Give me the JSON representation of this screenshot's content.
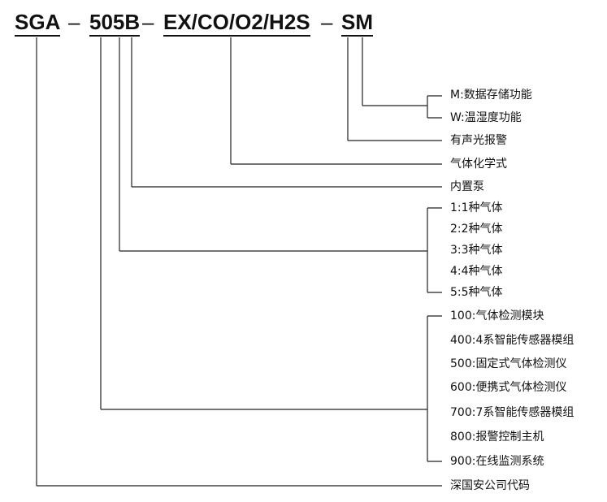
{
  "code": {
    "seg1": "SGA",
    "dash1": "–",
    "seg2": "505B",
    "dash2": "–",
    "seg3": "EX/CO/O2/H2S",
    "dash3": "–",
    "seg4": "SM"
  },
  "labels": {
    "m": "M:数据存储功能",
    "w": "W:温湿度功能",
    "alarm": "有声光报警",
    "formula": "气体化学式",
    "pump": "内置泵",
    "gas1": "1:1种气体",
    "gas2": "2:2种气体",
    "gas3": "3:3种气体",
    "gas4": "4:4种气体",
    "gas5": "5:5种气体",
    "p100": "100:气体检测模块",
    "p400": "400:4系智能传感器模组",
    "p500": "500:固定式气体检测仪",
    "p600": "600:便携式气体检测仪",
    "p700": "700:7系智能传感器模组",
    "p800": "800:报警控制主机",
    "p900": "900:在线监测系统",
    "company": "深国安公司代码"
  }
}
